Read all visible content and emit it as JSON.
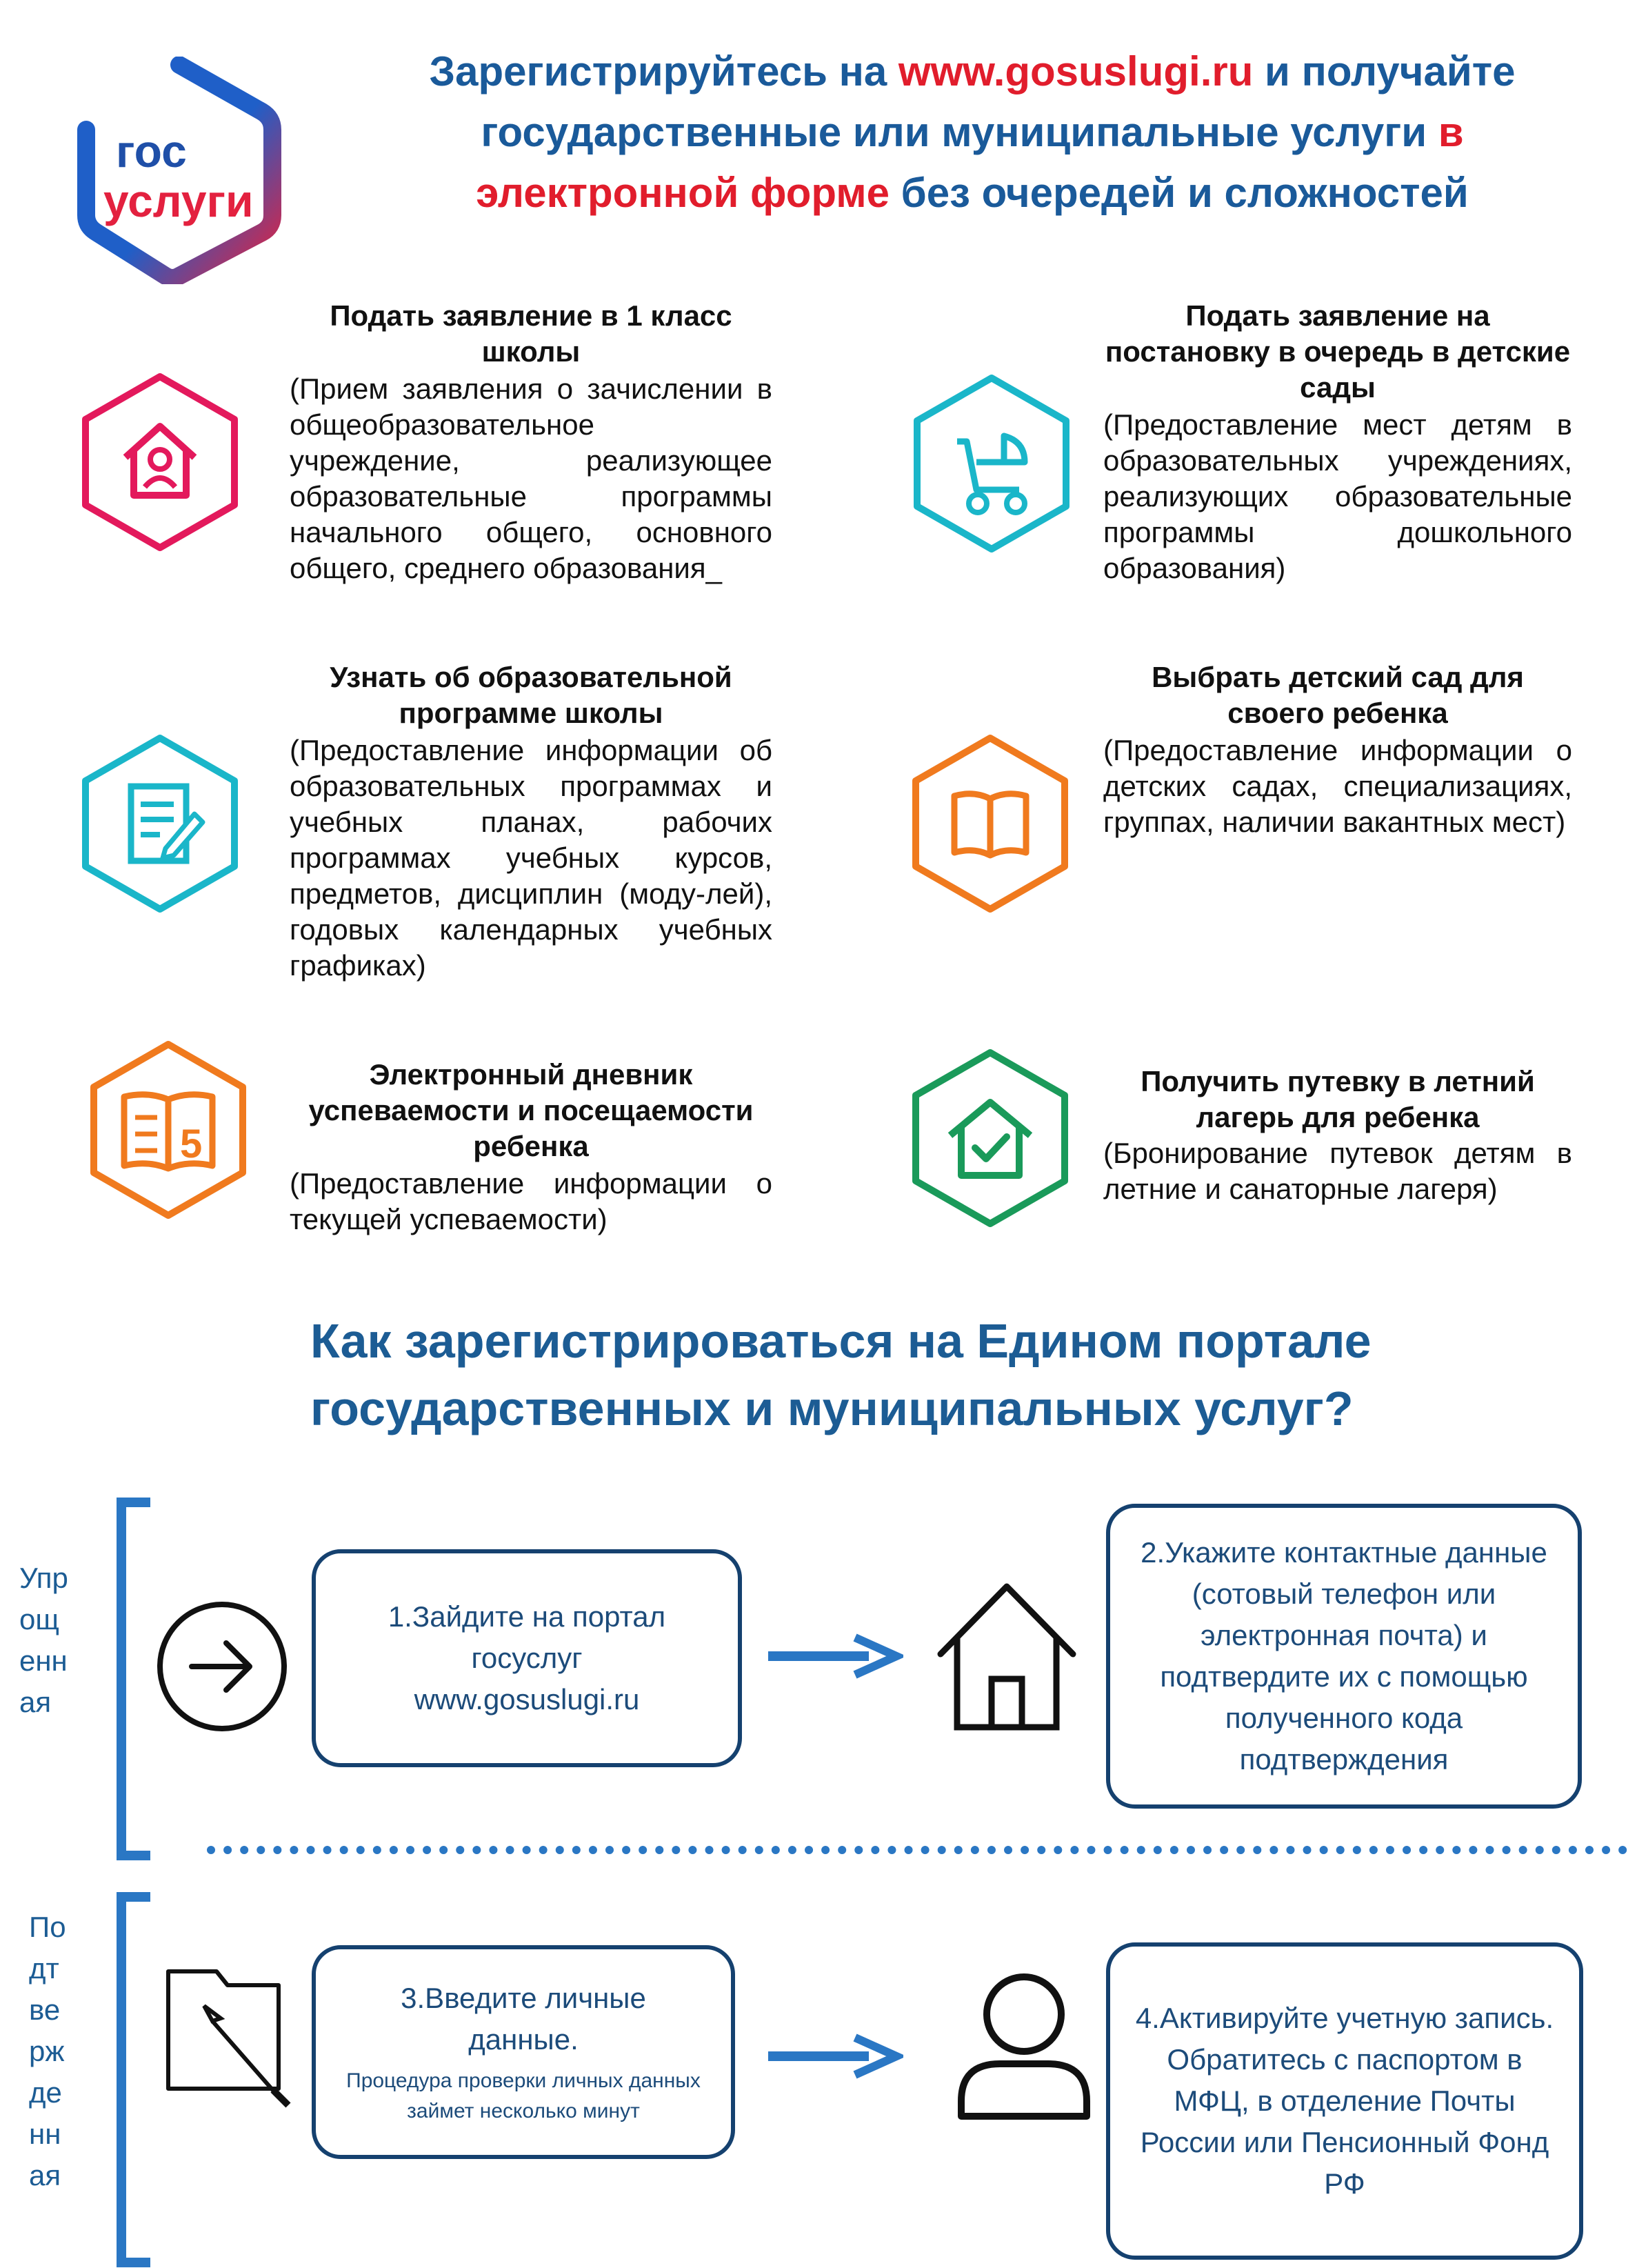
{
  "header": {
    "logo": {
      "line1": "гос",
      "line2": "услуги",
      "icon": "gosuslugi-logo"
    },
    "headline_parts": [
      "Зарегистрируйтесь на ",
      "www.gosuslugi.ru",
      " и получайте государственные или муниципальные услуги ",
      "в электронной форме",
      " без  очередей и  сложностей"
    ]
  },
  "services": [
    {
      "title": "Подать заявление в 1 класс школы",
      "desc": "(Прием заявления о зачислении в общеобразовательное учреждение, реализующее образовательные программы начального общего, основного общего, среднего образования_",
      "icon": "school-house-icon",
      "color": "#e3195c"
    },
    {
      "title": "Подать заявление на постановку в очередь в детские сады",
      "desc": "(Предоставление мест детям в образовательных учреждениях, реализующих образовательные программы дошкольного образования)",
      "icon": "baby-stroller-icon",
      "color": "#1ab6c9"
    },
    {
      "title": "Узнать об образовательной программе школы",
      "desc": "(Предоставление информации об образовательных программах и учебных планах, рабочих программах учебных курсов, предметов, дисциплин (моду-лей), годовых календарных учебных графиках)",
      "icon": "document-edit-icon",
      "color": "#1ab6c9"
    },
    {
      "title": "Выбрать детский сад для своего ребенка",
      "desc": "(Предоставление информации о детских садах, специализациях, группах, наличии вакантных мест)",
      "icon": "open-book-icon",
      "color": "#f07a1e"
    },
    {
      "title": "Электронный дневник успеваемости и посещаемости ребенка",
      "desc": "(Предоставление информации о текущей успеваемости)",
      "icon": "grade-diary-icon",
      "color": "#f07a1e",
      "icon_text": "5"
    },
    {
      "title": "Получить путевку в летний лагерь для ребенка",
      "desc": "(Бронирование путевок детям в летние и санаторные лагеря)",
      "icon": "house-check-icon",
      "color": "#1a9a5a"
    }
  ],
  "howto": {
    "title": "Как зарегистрироваться на Едином портале государственных и муниципальных услуг?",
    "simplified_label": "Упр ощ енн ая",
    "confirmed_label": "По дт ве рж де нн ая",
    "step1": {
      "text": "1.Зайдите на портал госуслуг www.gosuslugi.ru",
      "icon": "arrow-right-circle-icon"
    },
    "step2": {
      "text": "2.Укажите контактные данные (сотовый телефон или электронная почта) и подтвердите их с помощью полученного кода подтверждения",
      "icon": "house-outline-icon"
    },
    "step3": {
      "text": "3.Введите  личные данные.",
      "note": "Процедура проверки личных данных займет несколько минут",
      "icon": "folder-pen-icon"
    },
    "step4": {
      "text": "4.Активируйте учетную запись. Обратитесь с паспортом в МФЦ, в отделение Почты России или Пенсионный Фонд РФ",
      "icon": "user-outline-icon"
    }
  },
  "colors": {
    "blue_title": "#1c5c94",
    "red": "#e11d2c",
    "arrow_blue": "#2a77c4",
    "box_border": "#15416f"
  }
}
